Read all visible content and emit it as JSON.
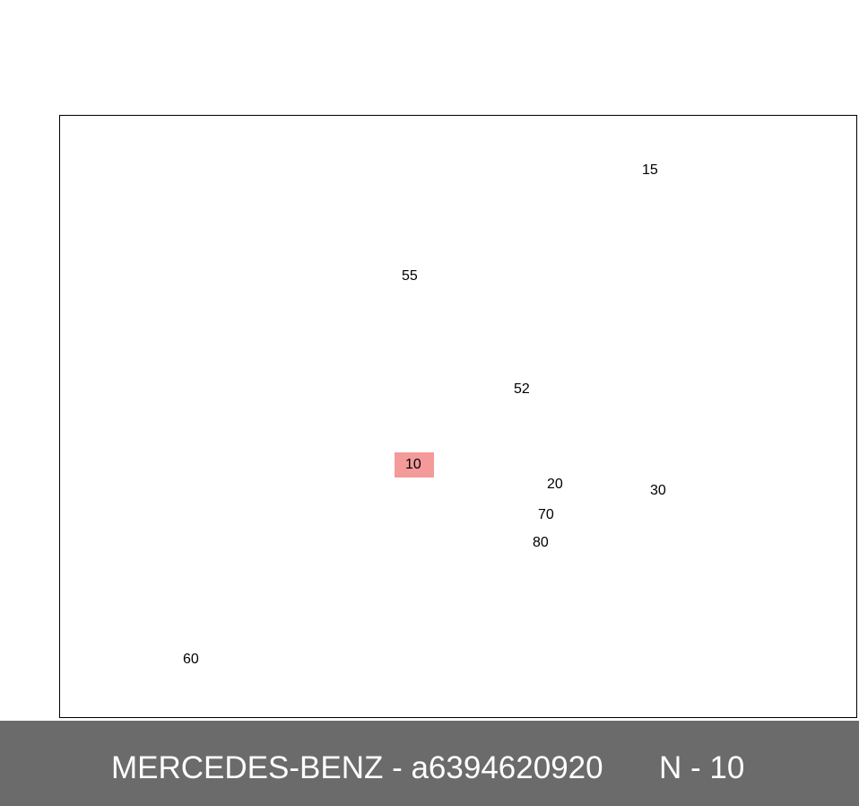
{
  "callouts": [
    {
      "id": "c15",
      "label": "15"
    },
    {
      "id": "c55",
      "label": "55"
    },
    {
      "id": "c52",
      "label": "52"
    },
    {
      "id": "c10",
      "label": "10"
    },
    {
      "id": "c20",
      "label": "20"
    },
    {
      "id": "c30",
      "label": "30"
    },
    {
      "id": "c70",
      "label": "70"
    },
    {
      "id": "c80",
      "label": "80"
    },
    {
      "id": "c60",
      "label": "60"
    }
  ],
  "highlight_color": "#f07878",
  "footer": {
    "brand_text": "MERCEDES-BENZ - a6394620920",
    "ref_text": "N - 10",
    "background": "#6b6b6b"
  }
}
